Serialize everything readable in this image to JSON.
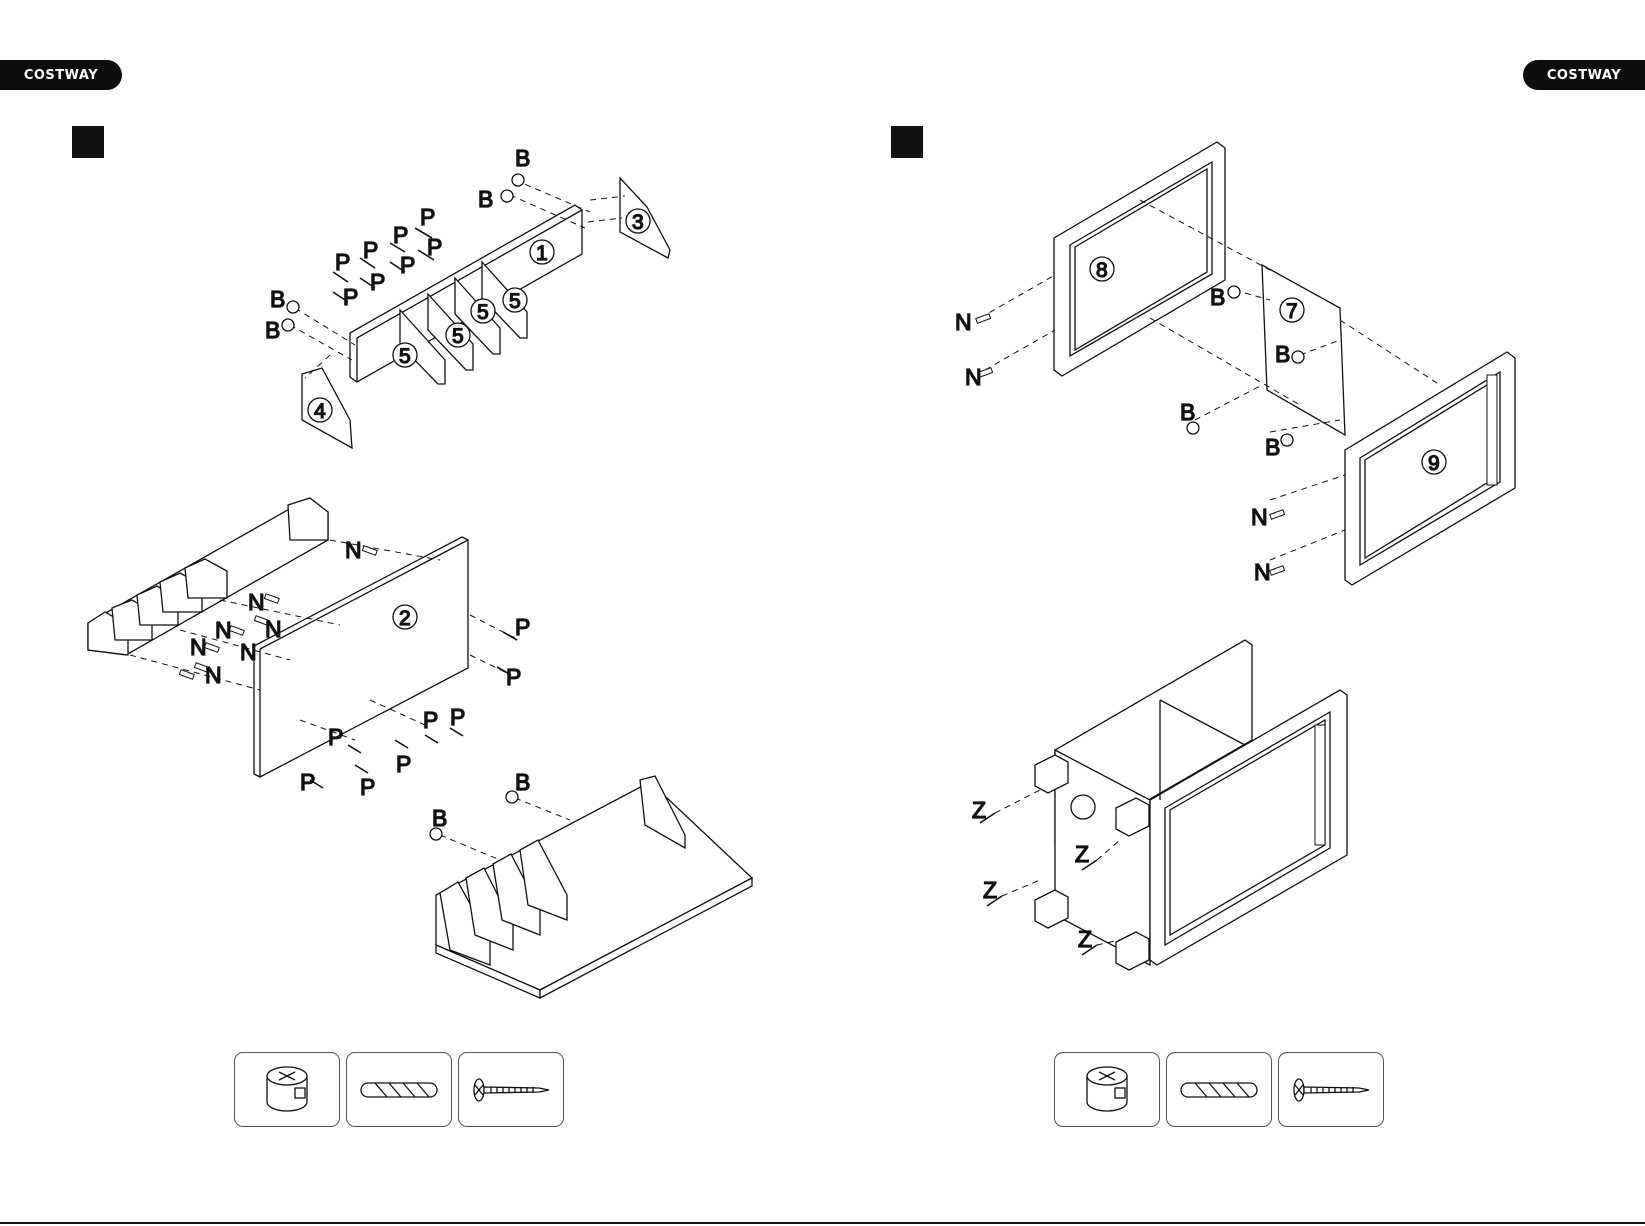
{
  "brand": "COSTWAY",
  "left_page": {
    "hardware_labels": {
      "cam": "B",
      "screw": "P",
      "dowel": "N"
    },
    "part_numbers": [
      "1",
      "2",
      "3",
      "4",
      "5"
    ]
  },
  "right_page": {
    "hardware_labels": {
      "cam": "B",
      "dowel": "N",
      "screw": "Z"
    },
    "part_numbers": [
      "7",
      "8",
      "9"
    ]
  },
  "hardware_icons": [
    "cam-lock-icon",
    "wooden-dowel-icon",
    "screw-icon"
  ]
}
